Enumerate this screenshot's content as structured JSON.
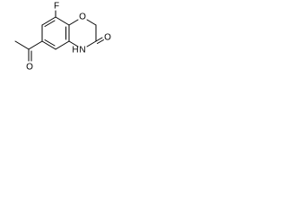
{
  "molecule": {
    "atoms": {
      "fluorine": "F",
      "ring_oxygen": "O",
      "carbonyl_oxygen": "O",
      "amide_oxygen": "O",
      "nitrogen": "N",
      "hydrogen": "H"
    },
    "colors": {
      "bond": "#000000",
      "label": "#000000",
      "background": "#ffffff"
    }
  }
}
